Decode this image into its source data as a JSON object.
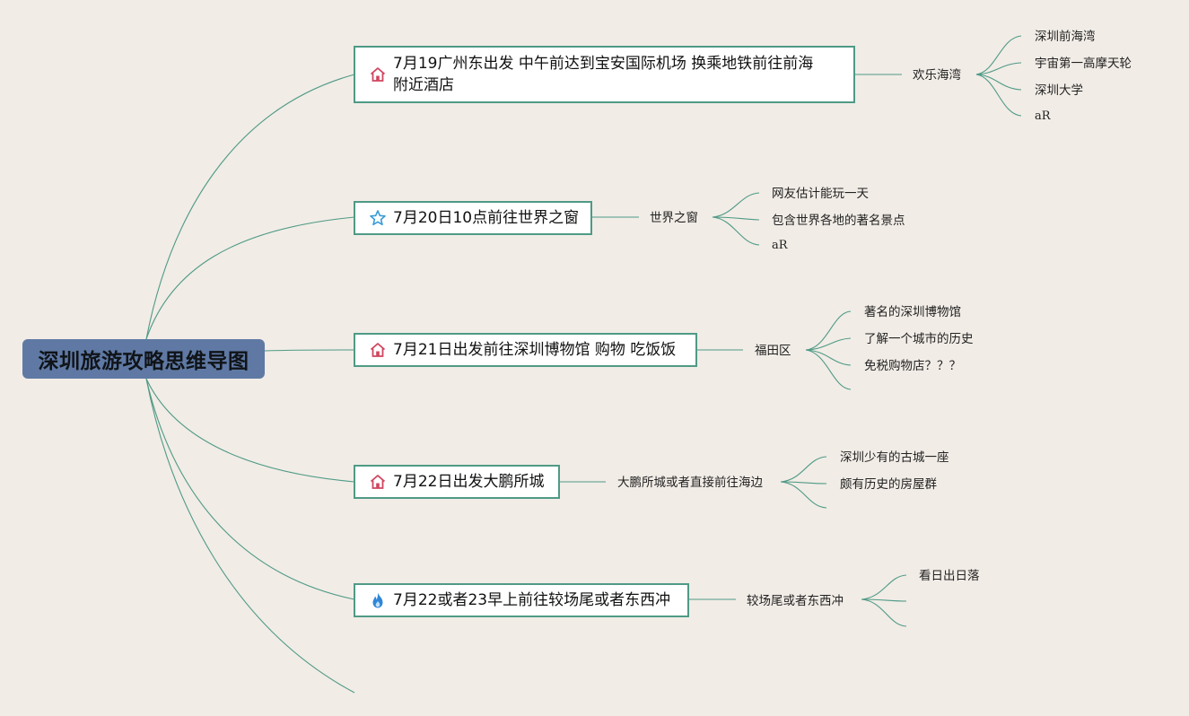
{
  "root": {
    "title": "深圳旅游攻略思维导图"
  },
  "branches": [
    {
      "icon": "house-icon",
      "title": "7月19广州东出发 中午前达到宝安国际机场 换乘地铁前往前海附近酒店",
      "title_line1": "7月19广州东出发 中午前达到宝安国际机场 换乘地铁前往前海",
      "title_line2": "附近酒店",
      "subtopic": "欢乐海湾",
      "leaves": [
        "深圳前海湾",
        "宇宙第一高摩天轮",
        "深圳大学",
        "aR"
      ]
    },
    {
      "icon": "star-icon",
      "title": "7月20日10点前往世界之窗",
      "subtopic": "世界之窗",
      "leaves": [
        "网友估计能玩一天",
        "包含世界各地的著名景点",
        "aR"
      ]
    },
    {
      "icon": "house-icon",
      "title": "7月21日出发前往深圳博物馆 购物 吃饭饭",
      "subtopic": "福田区",
      "leaves": [
        "著名的深圳博物馆",
        "了解一个城市的历史",
        "免税购物店？？？",
        ""
      ]
    },
    {
      "icon": "house-icon",
      "title": "7月22日出发大鹏所城",
      "subtopic": "大鹏所城或者直接前往海边",
      "leaves": [
        "深圳少有的古城一座",
        "颇有历史的房屋群",
        ""
      ]
    },
    {
      "icon": "fire-icon",
      "title": "7月22或者23早上前往较场尾或者东西冲",
      "subtopic": "较场尾或者东西冲",
      "leaves": [
        "看日出日落",
        "",
        ""
      ]
    }
  ],
  "colors": {
    "background": "#f1ece6",
    "root_fill": "#5f79a4",
    "connector": "#4f9a86",
    "house_icon": "#d0455f",
    "star_icon": "#3a9bd6",
    "fire_icon": "#2f86d8"
  }
}
